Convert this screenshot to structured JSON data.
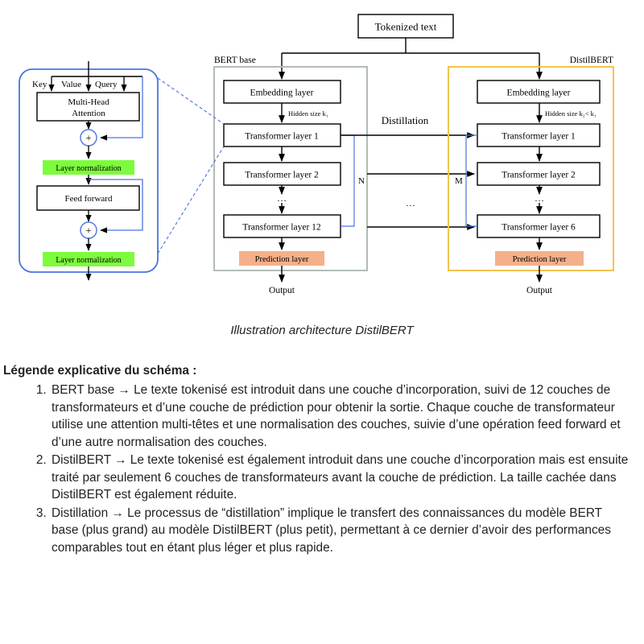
{
  "diagram": {
    "input_label": "Tokenized text",
    "teacher_label": "BERT base",
    "student_label": "DistilBERT",
    "distillation_label": "Distillation",
    "teacher_embedding": "Embedding layer",
    "student_embedding": "Embedding layer",
    "teacher_hidden_size": "Hidden size k₁",
    "student_hidden_size": "Hidden size k₂< k₁",
    "teacher_layers": [
      "Transformer layer 1",
      "Transformer layer  2",
      "Transformer layer  12"
    ],
    "student_layers": [
      "Transformer layer 1",
      "Transformer layer  2",
      "Transformer layer  6"
    ],
    "teacher_ellipsis": "…",
    "student_ellipsis": "…",
    "middle_ellipsis": "…",
    "teacher_count_symbol": "N",
    "student_count_symbol": "M",
    "teacher_prediction": "Prediction layer",
    "student_prediction": "Prediction layer",
    "teacher_output": "Output",
    "student_output": "Output",
    "colors": {
      "teacher_border": "#b2bcb7",
      "student_border": "#f2c44e",
      "detail_border": "#4a74e0",
      "norm_fill": "#7cfc3c",
      "prediction_fill": "#f4b08a"
    },
    "detail": {
      "key_label": "Key",
      "value_label": "Value",
      "query_label": "Query",
      "attention_label_line1": "Multi-Head",
      "attention_label_line2": "Attention",
      "add_symbol_1": "+",
      "add_symbol_2": "+",
      "norm_label_1": "Layer normalization",
      "norm_label_2": "Layer normalization",
      "feed_forward_label": "Feed forward"
    }
  },
  "caption": "Illustration architecture DistilBERT",
  "legend": {
    "title": "Légende explicative du schéma :",
    "items": [
      "BERT base → Le texte tokenisé est introduit dans une couche d’incorporation, suivi de 12 couches de transformateurs et d’une couche de prédiction pour obtenir la sortie. Chaque couche de transformateur utilise une attention multi-têtes et une normalisation des couches, suivie d’une opération feed forward et d’une autre normalisation des couches.",
      "DistilBERT → Le texte tokenisé est également introduit dans une couche d’incorporation mais est ensuite traité par seulement 6 couches de transformateurs avant la couche de prédiction. La taille cachée dans DistilBERT est également réduite.",
      "Distillation → Le processus de “distillation” implique le transfert des connaissances du modèle BERT base (plus grand) au modèle DistilBERT (plus petit), permettant à ce dernier d’avoir des performances comparables tout en étant plus léger et plus rapide."
    ]
  }
}
